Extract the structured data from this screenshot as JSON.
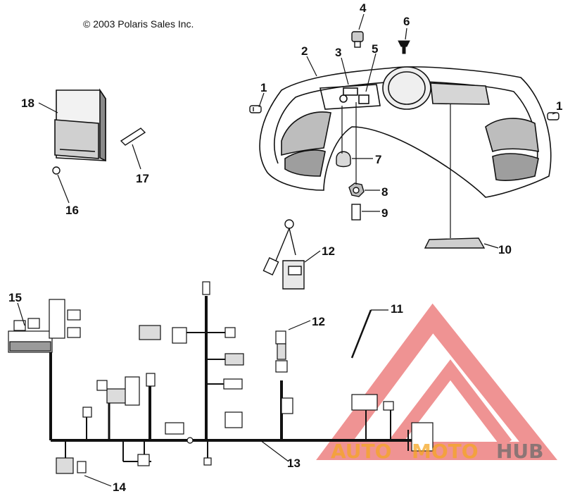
{
  "copyright": "© 2003 Polaris Sales Inc.",
  "callouts": {
    "c1a": "1",
    "c1b": "1",
    "c2": "2",
    "c3": "3",
    "c4": "4",
    "c5": "5",
    "c6": "6",
    "c7": "7",
    "c8": "8",
    "c9": "9",
    "c10": "10",
    "c11": "11",
    "c12a": "12",
    "c12b": "12",
    "c13": "13",
    "c14": "14",
    "c15": "15",
    "c16": "16",
    "c17": "17",
    "c18": "18"
  },
  "watermark": {
    "part1": "AUTO",
    "part2": "MOTO",
    "part3": "HUB",
    "colors": {
      "triangle": "#e23b3b",
      "orange": "#f5a623",
      "gray": "#6b6b6b"
    }
  }
}
